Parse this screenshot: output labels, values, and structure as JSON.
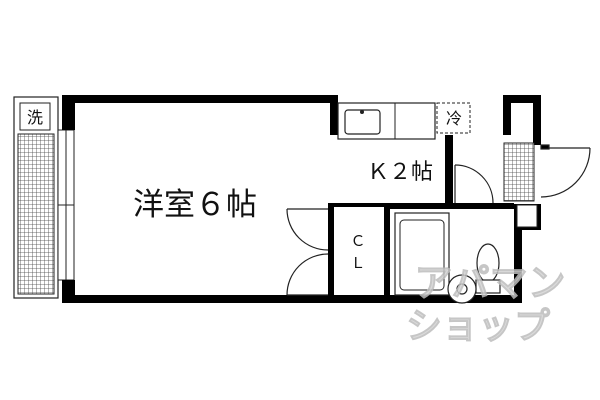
{
  "rooms": {
    "western_room": "洋室６帖",
    "kitchen": "Ｋ２帖",
    "closet_c": "Ｃ",
    "closet_l": "Ｌ"
  },
  "fixtures": {
    "washer": "洗",
    "fridge": "冷"
  },
  "watermark": {
    "line1": "アパマン",
    "line2": "ショップ"
  },
  "colors": {
    "wall": "#000000",
    "line": "#222222",
    "hatch": "#444444",
    "watermark": "#d4d4d4"
  }
}
